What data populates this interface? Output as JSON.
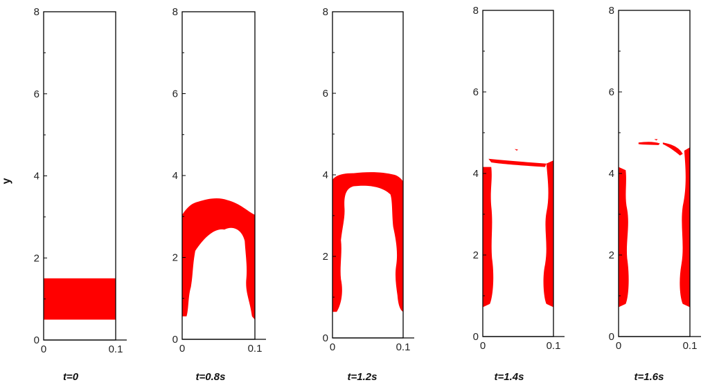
{
  "chart_data": {
    "type": "other",
    "ylabel": "y",
    "fluid_color": "#ff0000",
    "axis_color": "#000000",
    "panels": [
      {
        "time_label": "t=0",
        "yticks": [
          "0",
          "2",
          "4",
          "6",
          "8"
        ],
        "xticks": [
          "0",
          "0.1"
        ],
        "xlim": [
          0,
          0.1
        ],
        "ylim": [
          0,
          8
        ]
      },
      {
        "time_label": "t=0.8s",
        "yticks": [
          "0",
          "2",
          "4",
          "6",
          "8"
        ],
        "xticks": [
          "0",
          "0.1"
        ],
        "xlim": [
          0,
          0.1
        ],
        "ylim": [
          0,
          8
        ]
      },
      {
        "time_label": "t=1.2s",
        "yticks": [
          "0",
          "2",
          "4",
          "6",
          "8"
        ],
        "xticks": [
          "0",
          "0.1"
        ],
        "xlim": [
          0,
          0.1
        ],
        "ylim": [
          0,
          8
        ]
      },
      {
        "time_label": "t=1.4s",
        "yticks": [
          "0",
          "2",
          "4",
          "6",
          "8"
        ],
        "xticks": [
          "0",
          "0.1"
        ],
        "xlim": [
          0,
          0.1
        ],
        "ylim": [
          0,
          8
        ]
      },
      {
        "time_label": "t=1.6s",
        "yticks": [
          "0",
          "2",
          "4",
          "6",
          "8"
        ],
        "xticks": [
          "0",
          "0.1"
        ],
        "xlim": [
          0,
          0.1
        ],
        "ylim": [
          0,
          8
        ]
      }
    ]
  }
}
